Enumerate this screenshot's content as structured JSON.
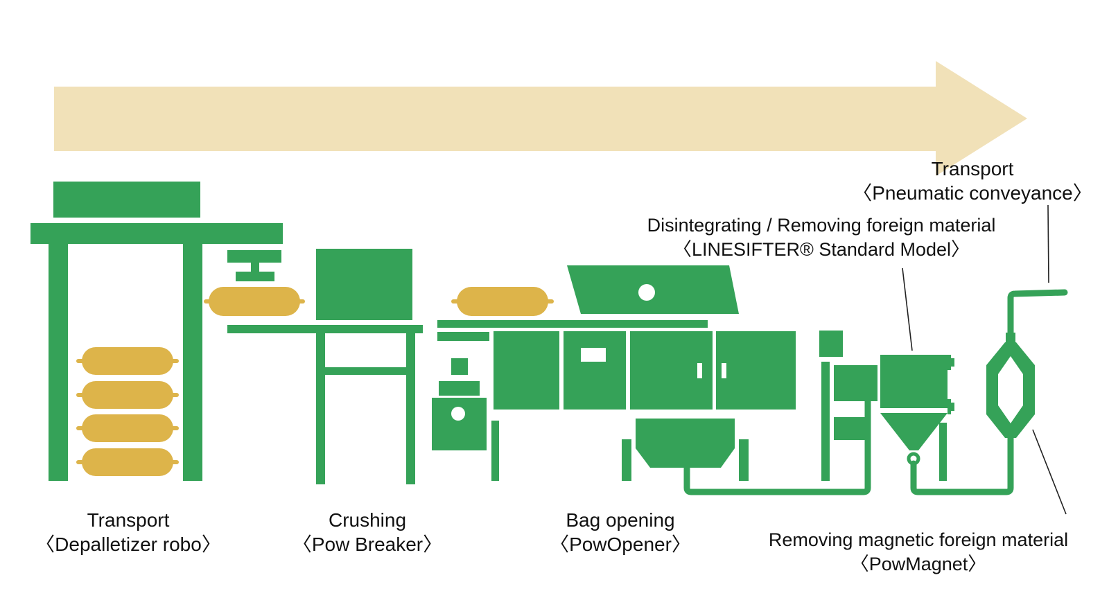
{
  "colors": {
    "machine": "#35a258",
    "bag": "#ddb44a",
    "arrow": "#f1e1b8",
    "line": "#222222"
  },
  "icons": [
    "flow-arrow",
    "depalletizer-robot-icon",
    "pow-breaker-icon",
    "pow-opener-icon",
    "linesifter-icon",
    "pow-magnet-icon",
    "pneumatic-conveyance-icon",
    "bag-icon"
  ],
  "labels": {
    "depalletizer": {
      "title": "Transport",
      "model": "〈Depalletizer robo〉"
    },
    "breaker": {
      "title": "Crushing",
      "model": "〈Pow Breaker〉"
    },
    "opener": {
      "title": "Bag opening",
      "model": "〈PowOpener〉"
    },
    "magnet": {
      "title": "Removing magnetic foreign material",
      "model": "〈PowMagnet〉"
    },
    "sifter": {
      "title": "Disintegrating / Removing foreign material",
      "model": "〈LINESIFTER® Standard Model〉"
    },
    "pneumatic": {
      "title": "Transport",
      "model": "〈Pneumatic conveyance〉"
    }
  }
}
